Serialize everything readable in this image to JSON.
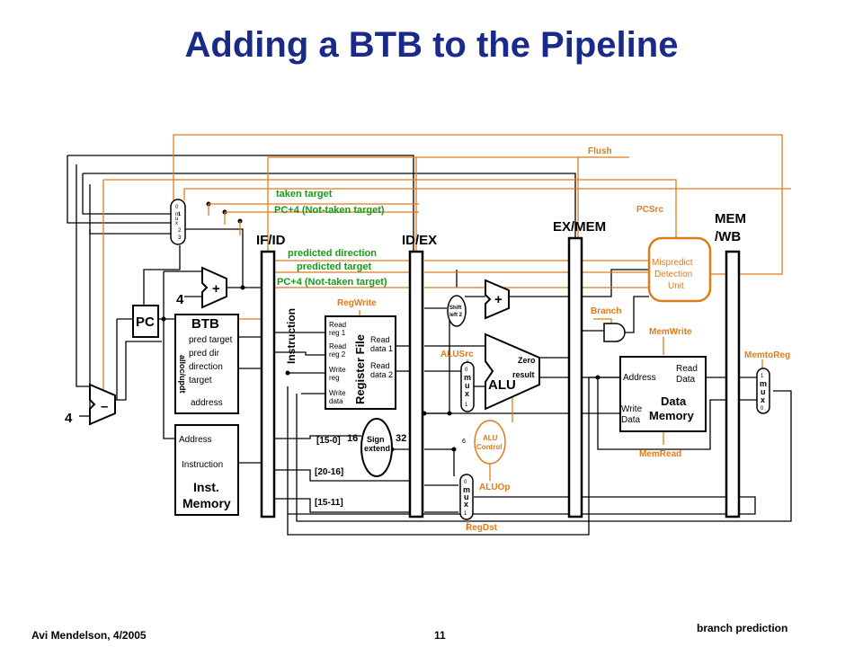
{
  "title": "Adding a BTB to the Pipeline",
  "footer": {
    "author": "Avi Mendelson, 4/2005",
    "page": "11",
    "topic": "branch prediction"
  },
  "stages": {
    "ifid": "IF/ID",
    "idex": "ID/EX",
    "exmem": "EX/MEM",
    "memwb_line1": "MEM",
    "memwb_line2": "/WB"
  },
  "green_labels": {
    "taken_target": "taken target",
    "pc4_top": "PC+4 (Not-taken  target)",
    "pred_direction": "predicted direction",
    "pred_target": "predicted target",
    "pc4_mid": "PC+4 (Not-taken  target)"
  },
  "orange_labels": {
    "flush": "Flush",
    "pcsrc": "PCSrc",
    "branch": "Branch",
    "memwrite": "MemWrite",
    "memtoreg": "MemtoReg",
    "regwrite": "RegWrite",
    "alusrc": "ALUSrc",
    "memread": "MemRead",
    "aluop": "ALUOp",
    "regdst": "RegDst",
    "alu_control_1": "ALU",
    "alu_control_2": "Control",
    "mispredict_1": "Mispredict",
    "mispredict_2": "Detection",
    "mispredict_3": "Unit"
  },
  "blocks": {
    "pc": "PC",
    "four_a": "4",
    "four_b": "4",
    "plus": "+",
    "minus": "–",
    "btb_title": "BTB",
    "btb_pred_target": "pred target",
    "btb_pred_dir": "pred dir",
    "btb_direction": "direction",
    "btb_target": "target",
    "btb_address": "address",
    "btb_alloc": "alloc/updt",
    "imem_address": "Address",
    "imem_instruction": "Instruction",
    "imem_title_1": "Inst.",
    "imem_title_2": "Memory",
    "instruction_vertical": "Instruction",
    "rf_read_reg1_a": "Read",
    "rf_read_reg1_b": "reg 1",
    "rf_read_reg2_a": "Read",
    "rf_read_reg2_b": "reg 2",
    "rf_write_reg_a": "Write",
    "rf_write_reg_b": "reg",
    "rf_write_data_a": "Write",
    "rf_write_data_b": "data",
    "rf_read_data1_a": "Read",
    "rf_read_data1_b": "data 1",
    "rf_read_data2_a": "Read",
    "rf_read_data2_b": "data 2",
    "rf_title": "Register File",
    "sign_1": "Sign",
    "sign_2": "extend",
    "bits_16": "16",
    "bits_32": "32",
    "bits_6": "6",
    "field_15_0": "[15-0]",
    "field_20_16": "[20-16]",
    "field_15_11": "[15-11]",
    "shift_1": "Shift",
    "shift_2": "left 2",
    "alu": "ALU",
    "alu_zero": "Zero",
    "alu_result": "result",
    "dmem_address": "Address",
    "dmem_read_1": "Read",
    "dmem_read_2": "Data",
    "dmem_write_1": "Write",
    "dmem_write_2": "Data",
    "dmem_title_1": "Data",
    "dmem_title_2": "Memory",
    "mux_m": "m",
    "mux_u": "u",
    "mux_x": "x",
    "mux_0": "0",
    "mux_1": "1",
    "mux_2": "2",
    "mux_3": "3"
  },
  "colors": {
    "title": "#1a2a8a",
    "orange": "#e07b1a",
    "green": "#1a9a1a",
    "black": "#000000"
  }
}
